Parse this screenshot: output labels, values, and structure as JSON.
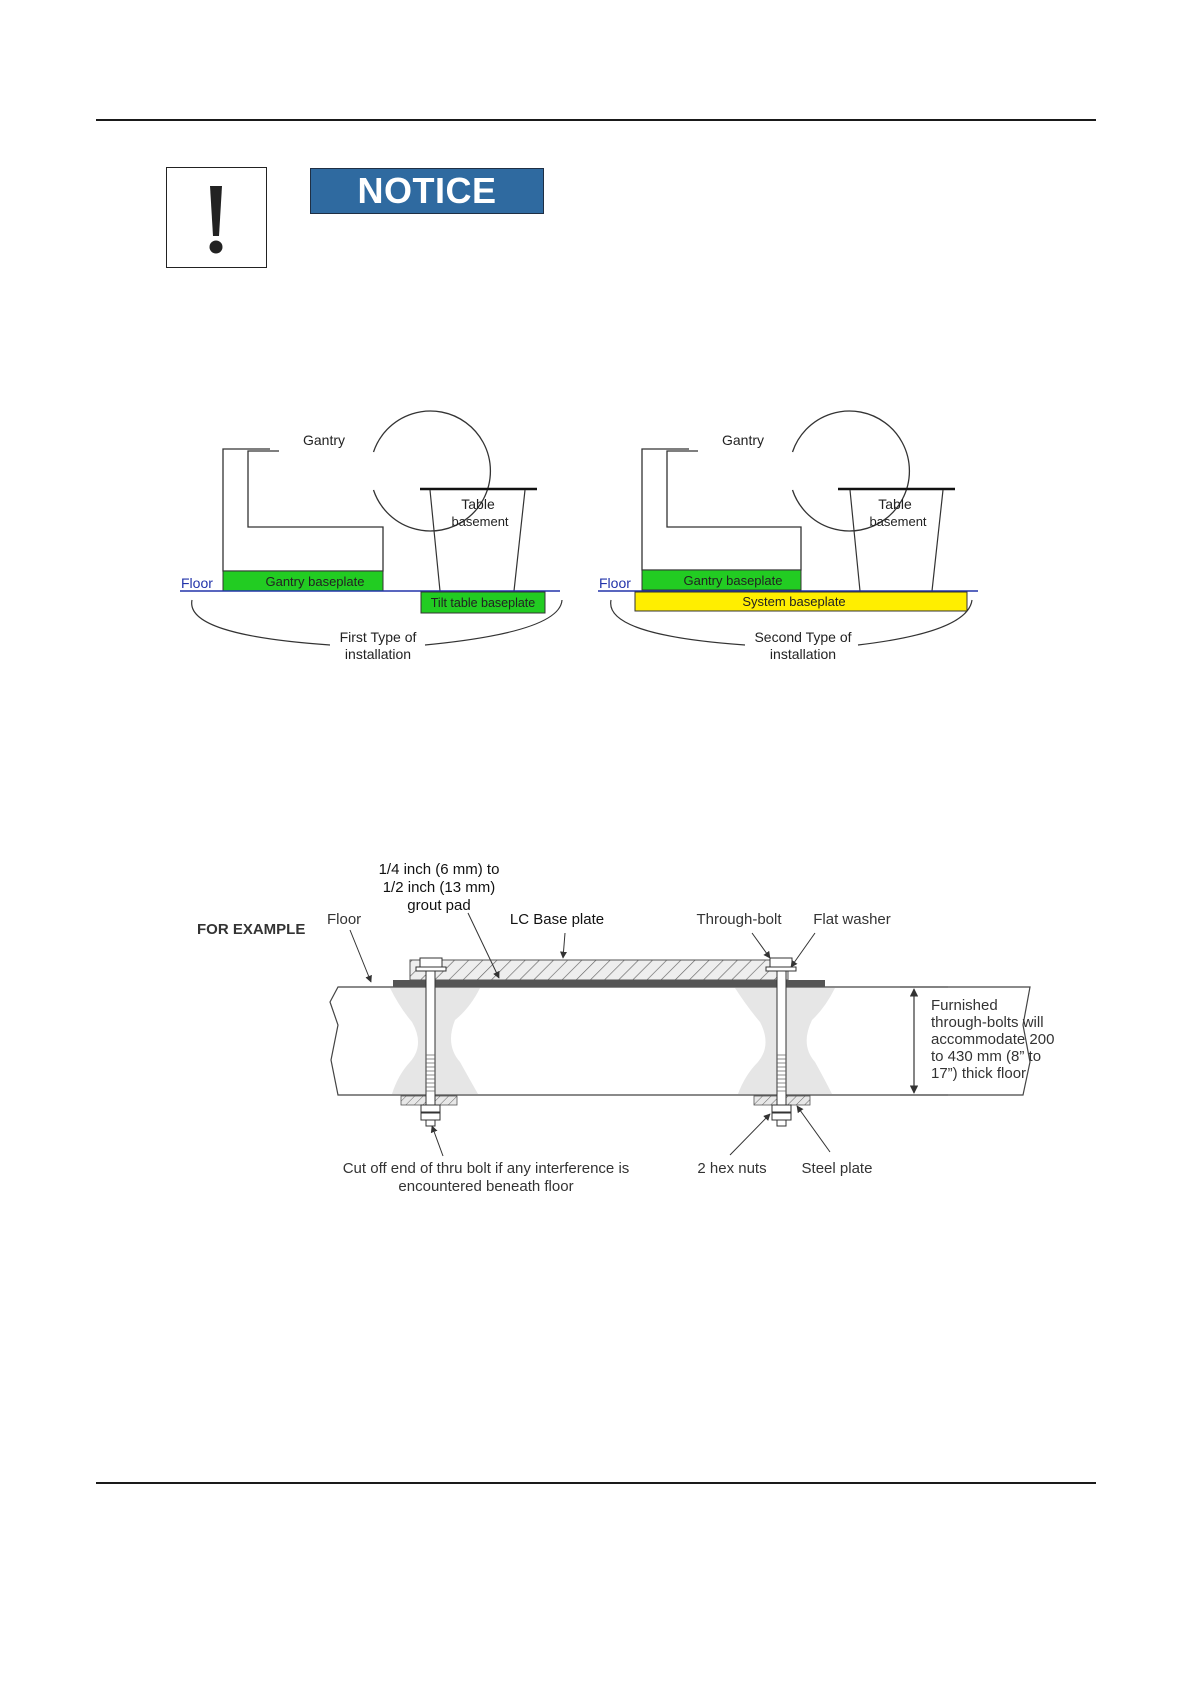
{
  "notice": {
    "banner_label": "NOTICE",
    "icon": "exclamation-icon"
  },
  "installation_types": {
    "first": {
      "gantry_label": "Gantry",
      "table_label_line1": "Table",
      "table_label_line2": "basement",
      "floor_label": "Floor",
      "gantry_baseplate_label": "Gantry baseplate",
      "tilt_table_baseplate_label": "Tilt table baseplate",
      "caption_line1": "First Type of",
      "caption_line2": "installation"
    },
    "second": {
      "gantry_label": "Gantry",
      "table_label_line1": "Table",
      "table_label_line2": "basement",
      "floor_label": "Floor",
      "gantry_baseplate_label": "Gantry baseplate",
      "system_baseplate_label": "System baseplate",
      "caption_line1": "Second Type of",
      "caption_line2": "installation"
    },
    "colors": {
      "gantry_baseplate": "#22cc22",
      "tilt_table_baseplate": "#22cc22",
      "system_baseplate": "#ffee00",
      "floor_line": "#2233aa",
      "floor_label": "#2233aa"
    }
  },
  "bolt_diagram": {
    "for_example_label": "FOR EXAMPLE",
    "floor_label": "Floor",
    "grout_pad_line1": "1/4 inch (6 mm) to",
    "grout_pad_line2": "1/2 inch (13 mm)",
    "grout_pad_line3": "grout pad",
    "lc_base_plate_label": "LC Base plate",
    "through_bolt_label": "Through-bolt",
    "flat_washer_label": "Flat washer",
    "furnished_line1": "Furnished",
    "furnished_line2": "through-bolts will",
    "furnished_line3": "accommodate 200",
    "furnished_line4": "to 430 mm (8” to",
    "furnished_line5": "17”) thick floor",
    "cut_off_line1": "Cut off end of thru bolt if any interference is",
    "cut_off_line2": "encountered beneath floor",
    "hex_nuts_label": "2 hex nuts",
    "steel_plate_label": "Steel plate"
  }
}
